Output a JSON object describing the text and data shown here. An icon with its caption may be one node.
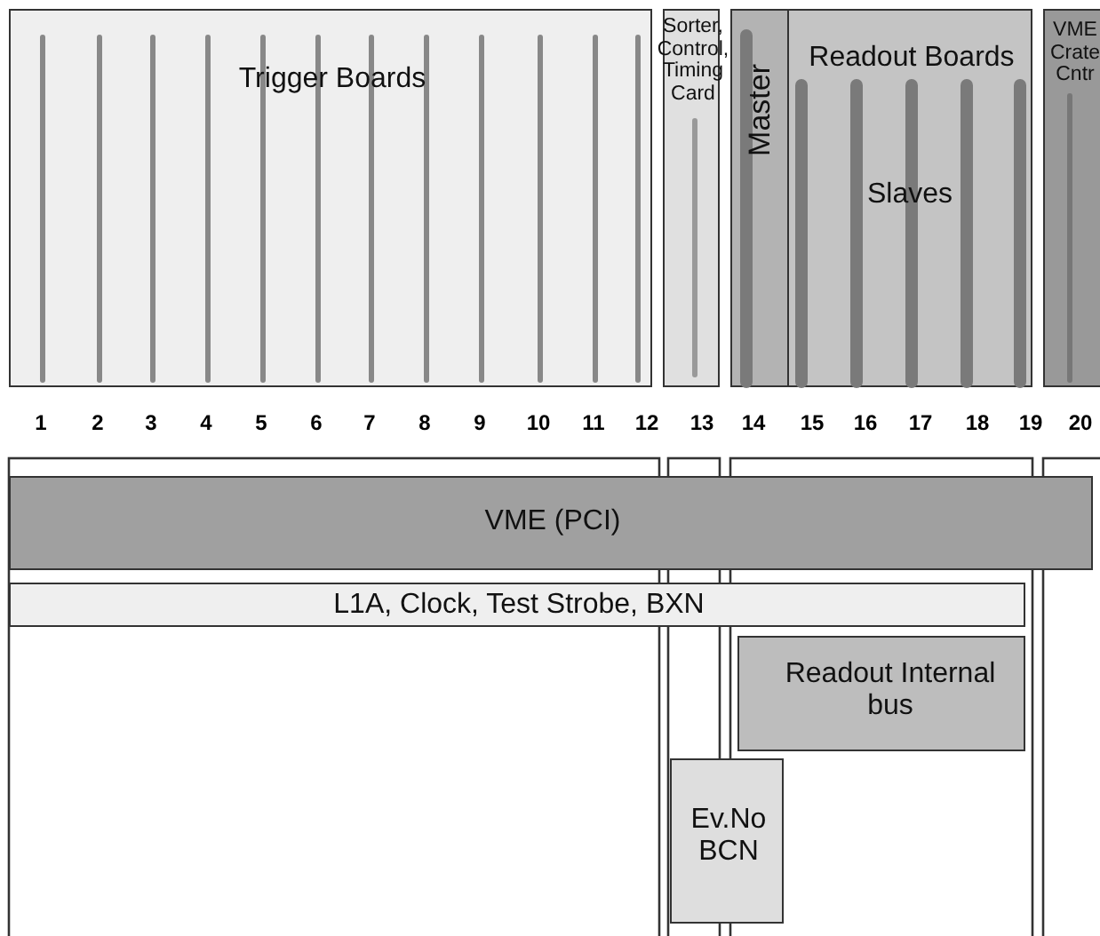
{
  "diagram": {
    "nodes": [
      {
        "text": [
          "Trigger Boards"
        ]
      },
      {
        "text": [
          "Sorter, Control, Timing Card"
        ]
      },
      {
        "text": [
          "Readout Boards"
        ]
      },
      {
        "text": [
          "Master"
        ],
        "in": 2
      },
      {
        "text": [
          "Slaves"
        ],
        "in": 2
      },
      {
        "text": [
          "VME Crate Cntr"
        ]
      },
      {
        "text": [
          "VME (PCI)"
        ]
      },
      {
        "text": [
          "L1A, Clock, Test Strobe, BXN"
        ]
      },
      {
        "text": [
          "Readout Internal bus"
        ]
      },
      {
        "text": [
          "Ev.No BCN"
        ]
      }
    ],
    "labels": [
      "1",
      "2",
      "3",
      "4",
      "5",
      "6",
      "7",
      "8",
      "9",
      "10",
      "11",
      "12",
      "13",
      "14",
      "15",
      "16",
      "17",
      "18",
      "19",
      "20"
    ]
  }
}
